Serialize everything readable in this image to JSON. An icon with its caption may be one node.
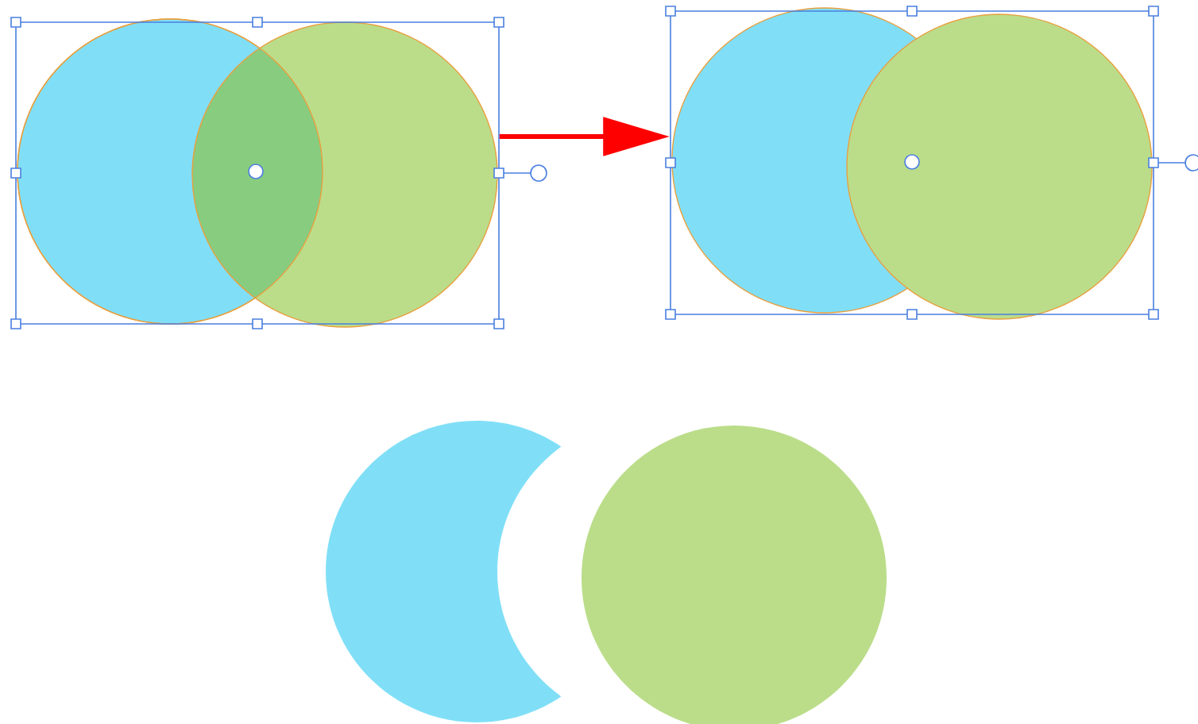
{
  "diagram": {
    "nodes": [
      {
        "text": [],
        "shape": "picture"
      },
      {
        "text": [],
        "shape": "picture"
      }
    ],
    "edges": [
      {
        "from": 0,
        "to": 1,
        "arrow": "to",
        "color": "#ff0000"
      }
    ]
  }
}
